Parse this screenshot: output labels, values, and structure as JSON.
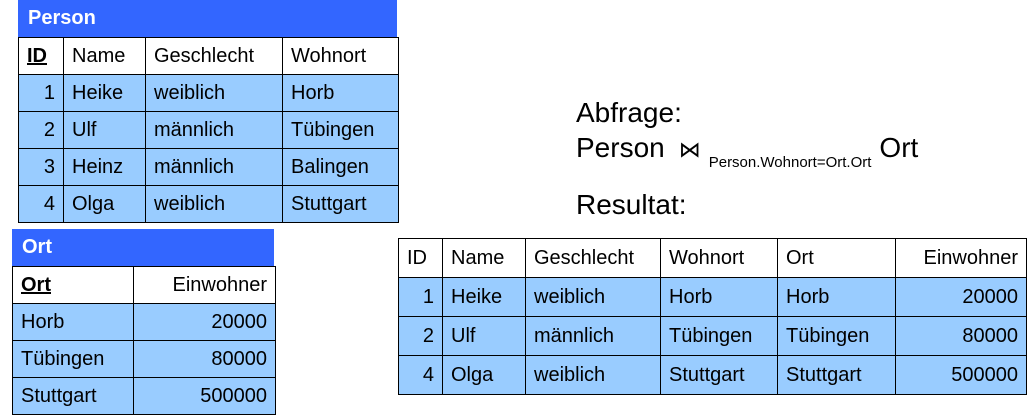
{
  "person": {
    "title": "Person",
    "headers": [
      "ID",
      "Name",
      "Geschlecht",
      "Wohnort"
    ],
    "rows": [
      [
        "1",
        "Heike",
        "weiblich",
        "Horb"
      ],
      [
        "2",
        "Ulf",
        "männlich",
        "Tübingen"
      ],
      [
        "3",
        "Heinz",
        "männlich",
        "Balingen"
      ],
      [
        "4",
        "Olga",
        "weiblich",
        "Stuttgart"
      ]
    ]
  },
  "ort": {
    "title": "Ort",
    "headers": [
      "Ort",
      "Einwohner"
    ],
    "rows": [
      [
        "Horb",
        "20000"
      ],
      [
        "Tübingen",
        "80000"
      ],
      [
        "Stuttgart",
        "500000"
      ]
    ]
  },
  "query": {
    "label": "Abfrage:",
    "left": "Person",
    "join_symbol": "⋈",
    "condition": "Person.Wohnort=Ort.Ort",
    "right": "Ort",
    "result_label": "Resultat:"
  },
  "result": {
    "headers": [
      "ID",
      "Name",
      "Geschlecht",
      "Wohnort",
      "Ort",
      "Einwohner"
    ],
    "rows": [
      [
        "1",
        "Heike",
        "weiblich",
        "Horb",
        "Horb",
        "20000"
      ],
      [
        "2",
        "Ulf",
        "männlich",
        "Tübingen",
        "Tübingen",
        "80000"
      ],
      [
        "4",
        "Olga",
        "weiblich",
        "Stuttgart",
        "Stuttgart",
        "500000"
      ]
    ]
  },
  "colors": {
    "title_bg": "#3366ff",
    "row_bg": "#99ccff",
    "header_bg": "#ffffff"
  }
}
